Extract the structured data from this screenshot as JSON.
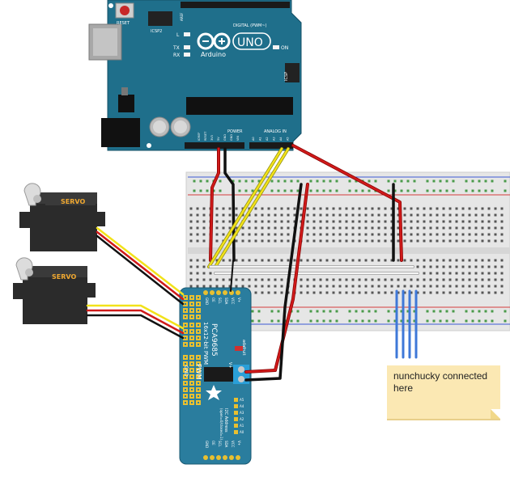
{
  "arduino": {
    "reset_label": "RESET",
    "icsp_top_label": "ICSP2",
    "digital_label": "DIGITAL (PWM~)",
    "aref_label": "AREF",
    "gnd_label": "GND",
    "led_l": "L",
    "led_tx": "TX",
    "led_rx": "RX",
    "led_on": "ON",
    "logo_text": "Arduino",
    "uno_text": "UNO",
    "icsp_label": "ICSP",
    "power_label": "POWER",
    "analog_label": "ANALOG IN",
    "power_pins": [
      "IOREF",
      "RESET",
      "3V3",
      "5V",
      "GND",
      "GND",
      "VIN"
    ],
    "analog_pins": [
      "A0",
      "A1",
      "A2",
      "A3",
      "A4",
      "A5"
    ]
  },
  "servos": [
    {
      "label": "SERVO"
    },
    {
      "label": "SERVO"
    }
  ],
  "driver": {
    "title_line1": "PCA9685",
    "title_line2": "16x12-bit PWM",
    "pwm_label": "PWM",
    "gnd_label": "GND",
    "vplus_label": "V+",
    "brand": "adafruit",
    "pin_labels_top": [
      "GND",
      "OE",
      "SCL",
      "SDA",
      "VCC",
      "V+"
    ],
    "pin_labels_bottom": [
      "GND",
      "OE",
      "SCL",
      "SDA",
      "VCC",
      "V+"
    ],
    "addr_label": "I2C Address",
    "addr_sub": "(open=0/closed=1)",
    "addr_pins": [
      "A5",
      "A4",
      "A3",
      "A2",
      "A1",
      "A0"
    ]
  },
  "note": {
    "text": "nunchucky connected here"
  },
  "colors": {
    "arduino_board": "#1f6f8b",
    "driver_board": "#2a7d9e",
    "breadboard": "#e6e6e6",
    "rail_red": "#d43c3c",
    "rail_blue": "#3c5ad4",
    "wire_red": "#cc1010",
    "wire_black": "#111111",
    "wire_yellow": "#f2e21a",
    "wire_blue": "#3e78d8",
    "servo_body": "#2b2b2b",
    "servo_label": "#f0a830",
    "note_bg": "#fbe8b3"
  }
}
